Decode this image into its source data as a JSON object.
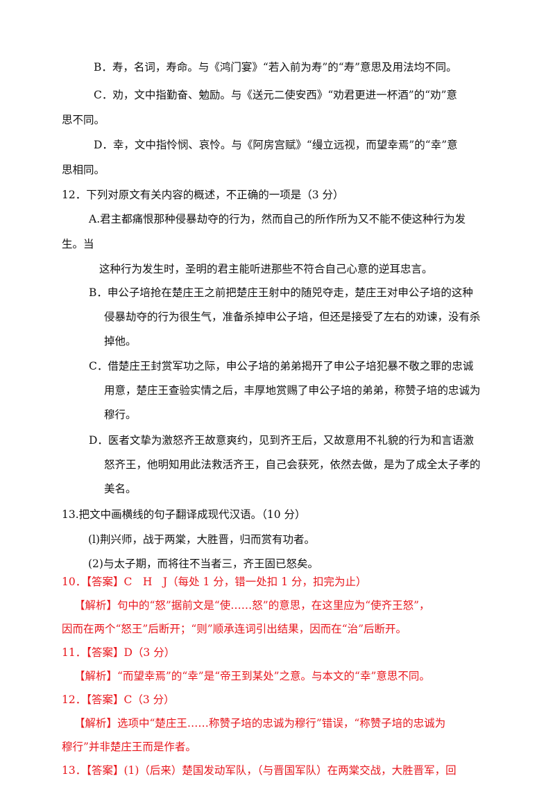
{
  "q11_options": {
    "B": "B．寿，名词，寿命。与《鸿门宴》“若入前为寿”的“寿”意思及用法均不同。",
    "C_l1": "C．劝，文中指勤奋、勉励。与《送元二使安西》“劝君更进一杯酒”的“劝”意",
    "C_l2": "思不同。",
    "D_l1": "D．幸，文中指怜悯、哀怜。与《阿房宫赋》“缦立远视，而望幸焉”的“幸”意",
    "D_l2": "思相同。"
  },
  "q12": {
    "stem": "12．下列对原文有关内容的概述，不正确的一项是（3 分）",
    "A_l1": "A.君主都痛恨那种侵暴劫夺的行为，然而自己的所作所为又不能不使这种行为发",
    "A_l2": "生。当",
    "A_l3": "这种行为发生时，圣明的君主能听进那些不符合自己心意的逆耳忠言。",
    "B_l1": "B．申公子培抢在楚庄王之前把楚庄王射中的随兕夺走，楚庄王对申公子培的这种",
    "B_l2": "侵暴劫夺的行为很生气，准备杀掉申公子培，但还是接受了左右的劝谏，没有杀",
    "B_l3": "掉他。",
    "C_l1": "C．借楚庄王封赏军功之际，申公子培的弟弟揭开了申公子培犯暴不敬之罪的忠诚",
    "C_l2": "用意，楚庄王查验实情之后，丰厚地赏赐了申公子培的弟弟，称赞子培的忠诚为",
    "C_l3": "穆行。",
    "D_l1": "D．医者文挚为激怒齐王故意爽约，见到齐王后，又故意用不礼貌的行为和言语激",
    "D_l2": "怒齐王，他明知用此法救活齐王，自己会获死，依然去做，是为了成全太子孝的",
    "D_l3": "美名。"
  },
  "q13": {
    "stem": "13.把文中画横线的句子翻译成现代汉语。（10 分）",
    "s1": "(l)荆兴师，战于两棠，大胜晋，归而赏有功者。",
    "s2": "(2)与太子期，而将往不当者三，齐王固已怒矣。"
  },
  "answers": {
    "a10": "10．【答案】C　H　J（每处 1 分，错一处扣 1 分，扣完为止）",
    "e10_l1": "【解析】句中的“怒”据前文是“使……怒”的意思，在这里应为“使齐王怒”，",
    "e10_l2": "因而在两个“怒王”后断开；“则”顺承连词引出结果，因而在“治”后断开。",
    "a11": "11．【答案】D（3 分）",
    "e11": "【解析】“而望幸焉”的“幸”是“帝王到某处”之意。与本文的“幸”意思不同。",
    "a12": "12．【答案】C（3 分）",
    "e12_l1": "【解析】选项中“楚庄王……称赞子培的忠诚为穆行”错误，“称赞子培的忠诚为",
    "e12_l2": "穆行”并非楚庄王而是作者。",
    "a13": "13．【答案】(1)（后来）楚国发动军队，（与晋国军队）在两棠交战，大胜晋军，回"
  },
  "colors": {
    "text": "#111111",
    "answer": "#e8161c"
  }
}
